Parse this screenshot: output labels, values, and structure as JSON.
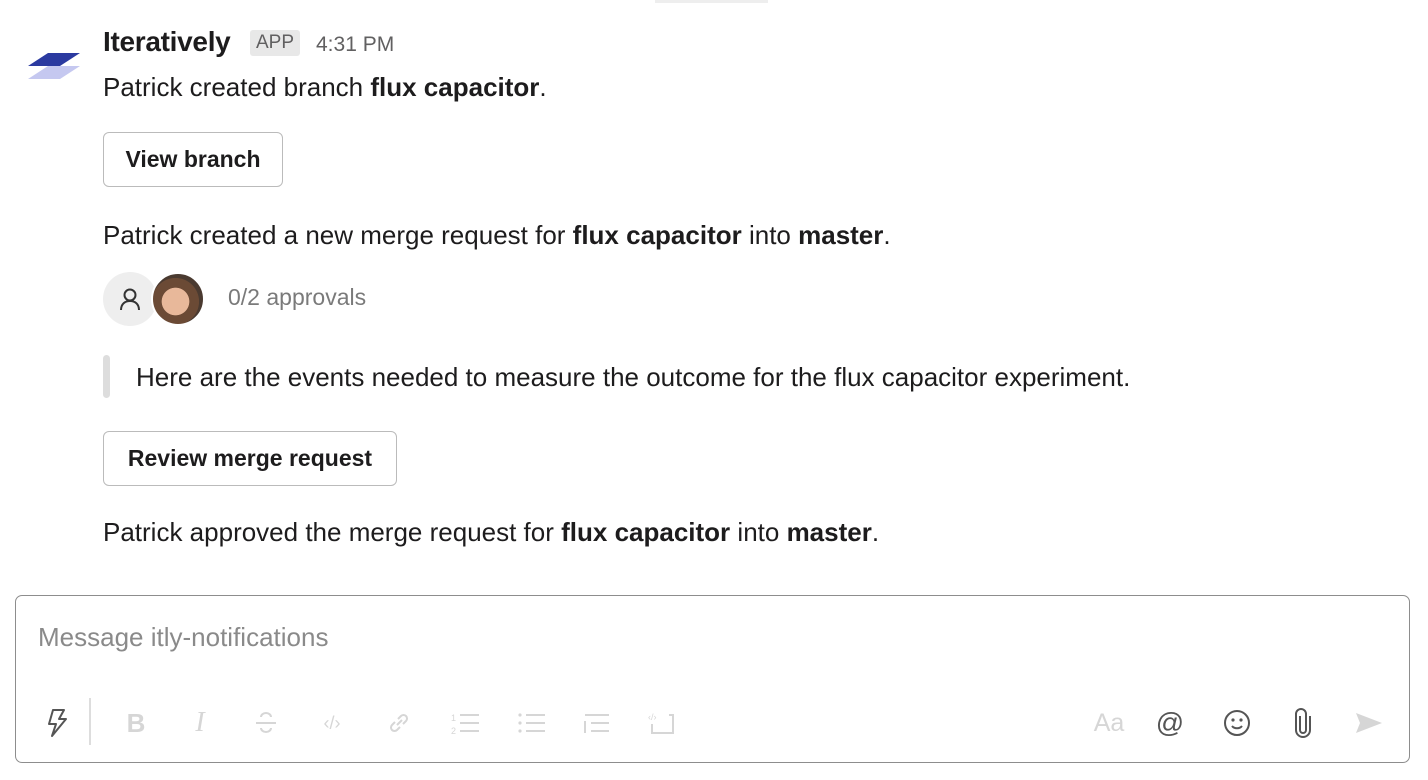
{
  "message": {
    "sender": "Iteratively",
    "badge": "APP",
    "time": "4:31 PM",
    "line1": {
      "pre": "Patrick created branch ",
      "branch": "flux capacitor",
      "post": "."
    },
    "view_branch_label": "View branch",
    "line2": {
      "pre": "Patrick created a new merge request for ",
      "branch": "flux capacitor",
      "mid": " into ",
      "target": "master",
      "post": "."
    },
    "approvals": "0/2 approvals",
    "quote": "Here are the events needed to measure the outcome for the flux capacitor experiment.",
    "review_label": "Review merge request",
    "line3": {
      "pre": "Patrick approved the merge request for ",
      "branch": "flux capacitor",
      "mid": " into ",
      "target": "master",
      "post": "."
    }
  },
  "composer": {
    "placeholder": "Message itly-notifications",
    "format_label": "Aa"
  },
  "colors": {
    "logo_dark": "#2b3aa0",
    "logo_light": "#c5c8f0",
    "muted_icon": "#d6d6d6",
    "active_icon": "#555555"
  }
}
